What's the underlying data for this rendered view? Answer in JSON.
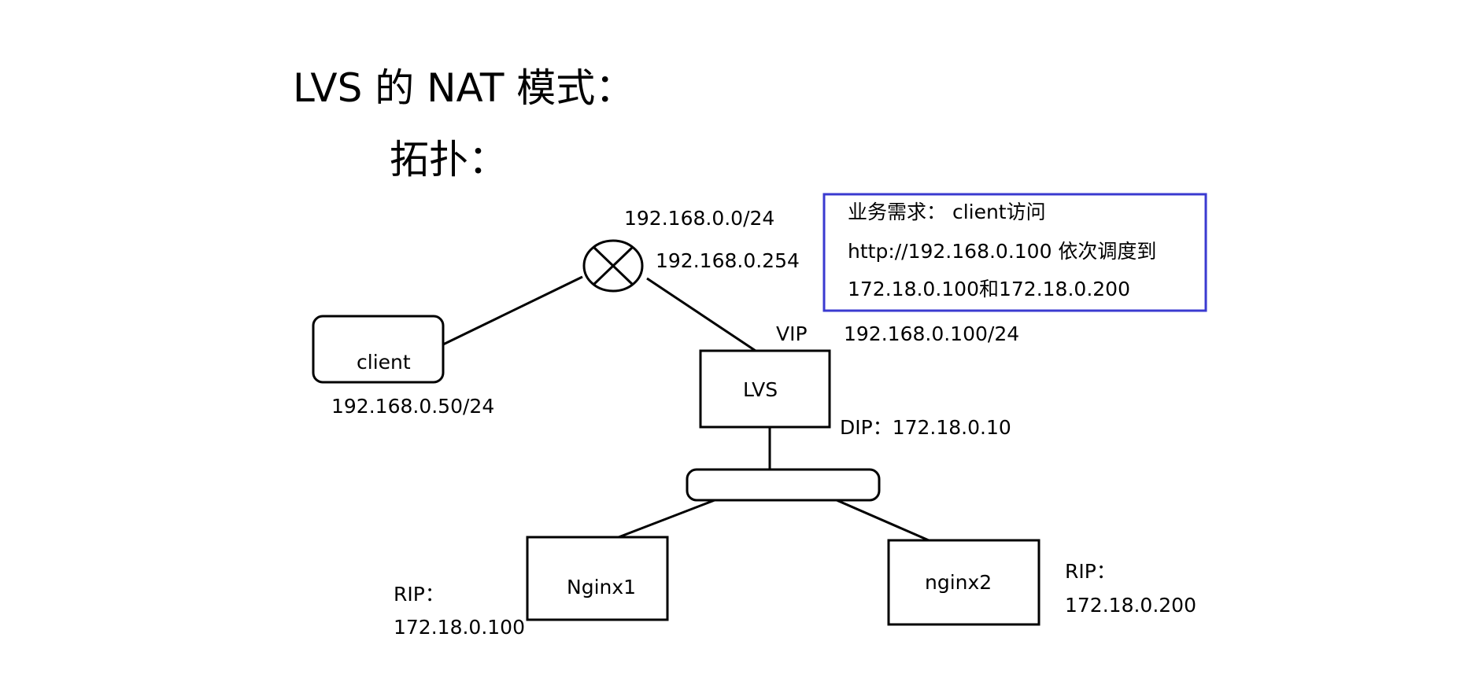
{
  "heading": {
    "title": "LVS 的 NAT 模式：",
    "subtitle": "拓扑："
  },
  "router": {
    "network": "192.168.0.0/24",
    "address": "192.168.0.254"
  },
  "requirement": {
    "line1": "业务需求：   client访问",
    "line2": "http://192.168.0.100 依次调度到",
    "line3": "172.18.0.100和172.18.0.200",
    "border_color": "#3a3ad0"
  },
  "client": {
    "label": "client",
    "ip": "192.168.0.50/24"
  },
  "lvs": {
    "label": "LVS",
    "vip_label": "VIP",
    "vip": "192.168.0.100/24",
    "dip": "DIP：172.18.0.10"
  },
  "nginx1": {
    "label": "Nginx1",
    "rip_label": "RIP：",
    "rip": "172.18.0.100"
  },
  "nginx2": {
    "label": "nginx2",
    "rip_label": "RIP：",
    "rip": "172.18.0.200"
  },
  "icons": {
    "router": "router-icon",
    "switch": "switch-icon"
  }
}
